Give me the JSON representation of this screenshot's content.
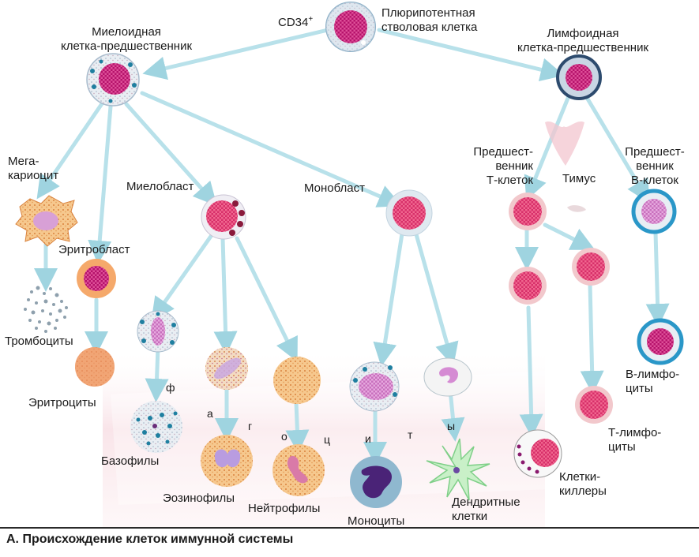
{
  "colors": {
    "arrow": "#b8e1ea",
    "nucleus_red": "#e32a5a",
    "nucleus_magenta": "#c2136f",
    "granule_orange": "#e9a456",
    "lymphoid_ring": "#1c6e95"
  },
  "labels": {
    "stem_cell": "Плюрипотентная\nстволовая клетка",
    "cd34": "CD34",
    "cd34_sup": "+",
    "myeloid_progenitor": "Миелоидная\nклетка-предшественник",
    "lymphoid_progenitor": "Лимфоидная\nклетка-предшественник",
    "megakaryocyte": "Мега-\nкариоцит",
    "myeloblast": "Миелобласт",
    "monoblast": "Монобласт",
    "t_precursor": "Предшест-\nвенник\nТ-клеток",
    "thymus": "Тимус",
    "b_precursor": "Предшест-\nвенник\nВ-клеток",
    "erythroblast": "Эритробласт",
    "platelets": "Тромбоциты",
    "erythrocytes": "Эритроциты",
    "basophils": "Базофилы",
    "eosinophils": "Эозинофилы",
    "neutrophils": "Нейтрофилы",
    "monocytes": "Моноциты",
    "dendritic_cells": "Дендритные\nклетки",
    "killer_cells": "Клетки-\nкиллеры",
    "b_lymphocytes": "В-лимфо-\nциты",
    "t_lymphocytes": "Т-лимфо-\nциты"
  },
  "phagocytes_letters": [
    "ф",
    "а",
    "г",
    "о",
    "ц",
    "и",
    "т",
    "ы"
  ],
  "caption": "А. Происхождение клеток иммунной системы"
}
